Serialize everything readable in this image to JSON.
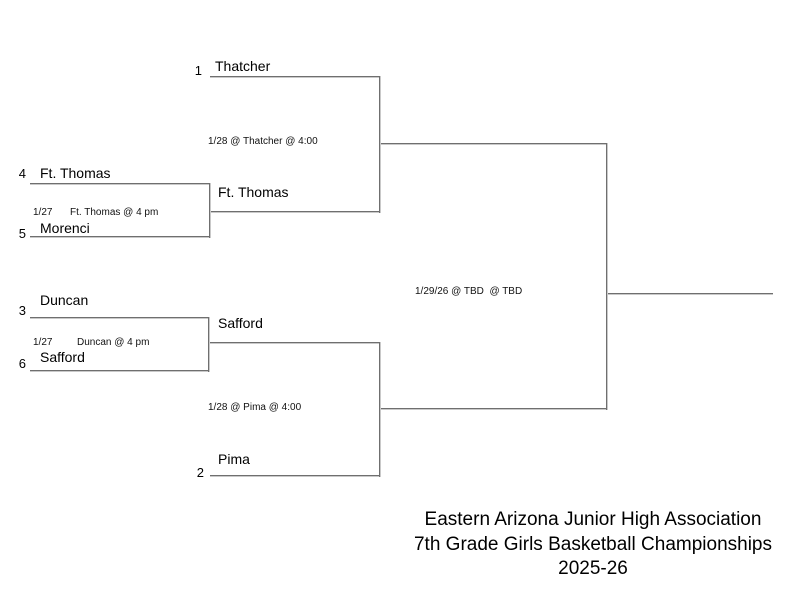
{
  "page": {
    "background": "#ffffff",
    "line_color": "#6f6f6f"
  },
  "bracket": {
    "semifinal_top": {
      "seed": "1",
      "team": "Thatcher",
      "game_note": "1/28 @ Thatcher @ 4:00"
    },
    "first_round_top": {
      "top_seed": "4",
      "top_team": "Ft. Thomas",
      "game_date": "1/27",
      "game_note": "Ft. Thomas @ 4 pm",
      "bottom_seed": "5",
      "bottom_team": "Morenci",
      "winner": "Ft. Thomas"
    },
    "first_round_bottom": {
      "top_seed": "3",
      "top_team": "Duncan",
      "game_date": "1/27",
      "game_note": "Duncan @ 4 pm",
      "bottom_seed": "6",
      "bottom_team": "Safford",
      "winner": "Safford"
    },
    "semifinal_bottom": {
      "seed": "2",
      "team": "Pima",
      "game_note": "1/28 @ Pima @ 4:00"
    },
    "championship": {
      "game_note": "1/29/26 @ TBD  @ TBD"
    }
  },
  "footer": {
    "line1": "Eastern Arizona Junior High Association",
    "line2": "7th Grade Girls Basketball Championships",
    "line3": "2025-26"
  }
}
